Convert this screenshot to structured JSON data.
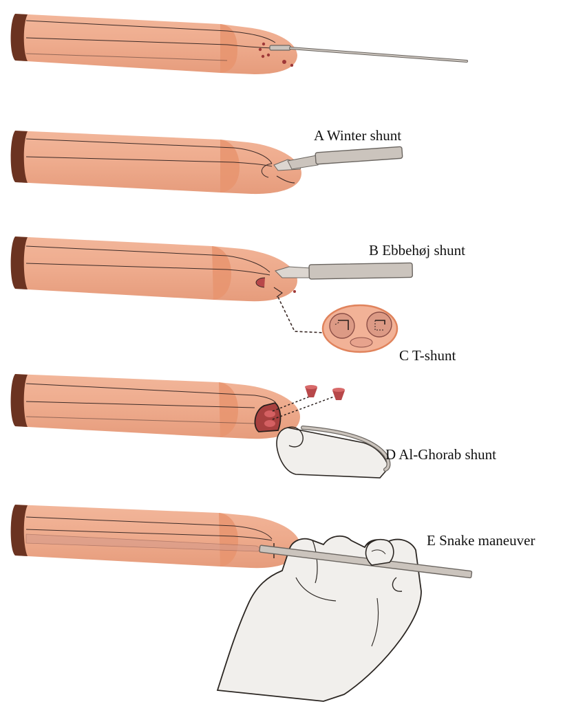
{
  "colors": {
    "shaft": "#eeab8d",
    "shaft_light": "#f5c3a7",
    "glans": "#f0a27e",
    "corona": "#e7986f",
    "base": "#6b3321",
    "line": "#3b2a27",
    "clot": "#b8484a",
    "instrument_fill": "#cbc4bd",
    "instrument_stroke": "#6a6560",
    "hand_fill": "#f1efec",
    "hand_stroke": "#2b2622"
  },
  "steps": [
    {
      "id": "intro",
      "label": ""
    },
    {
      "id": "A",
      "label": "A  Winter shunt"
    },
    {
      "id": "B",
      "label": "B  Ebbehøj shunt"
    },
    {
      "id": "C",
      "label": "C  T-shunt"
    },
    {
      "id": "D",
      "label": "D  Al-Ghorab shunt"
    },
    {
      "id": "E",
      "label": "E  Snake maneuver"
    }
  ]
}
